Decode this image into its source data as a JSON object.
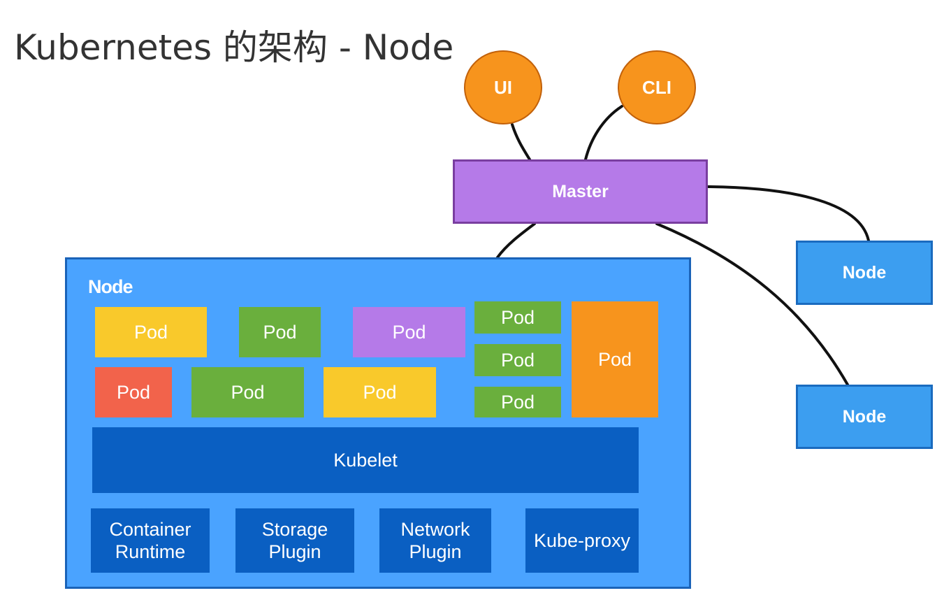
{
  "title": "Kubernetes 的架构 - Node",
  "clients": {
    "ui_label": "UI",
    "cli_label": "CLI"
  },
  "master": {
    "label": "Master"
  },
  "other_nodes": [
    {
      "label": "Node"
    },
    {
      "label": "Node"
    }
  ],
  "node": {
    "label": "Node",
    "pods": [
      {
        "label": "Pod",
        "color": "#f9c92b"
      },
      {
        "label": "Pod",
        "color": "#6aaf3d"
      },
      {
        "label": "Pod",
        "color": "#b57ae8"
      },
      {
        "label": "Pod",
        "color": "#6aaf3d"
      },
      {
        "label": "Pod",
        "color": "#f7941d"
      },
      {
        "label": "Pod",
        "color": "#f2634b"
      },
      {
        "label": "Pod",
        "color": "#6aaf3d"
      },
      {
        "label": "Pod",
        "color": "#f9c92b"
      },
      {
        "label": "Pod",
        "color": "#6aaf3d"
      },
      {
        "label": "Pod",
        "color": "#6aaf3d"
      }
    ],
    "kubelet": "Kubelet",
    "components": [
      {
        "line1": "Container",
        "line2": "Runtime"
      },
      {
        "line1": "Storage",
        "line2": "Plugin"
      },
      {
        "line1": "Network",
        "line2": "Plugin"
      },
      {
        "line1": "Kube-proxy",
        "line2": ""
      }
    ]
  },
  "colors": {
    "node_blue": "#4aa3ff",
    "kubelet_blue": "#0a5fc2",
    "master_purple": "#b57ae8",
    "client_orange": "#f7941d"
  }
}
